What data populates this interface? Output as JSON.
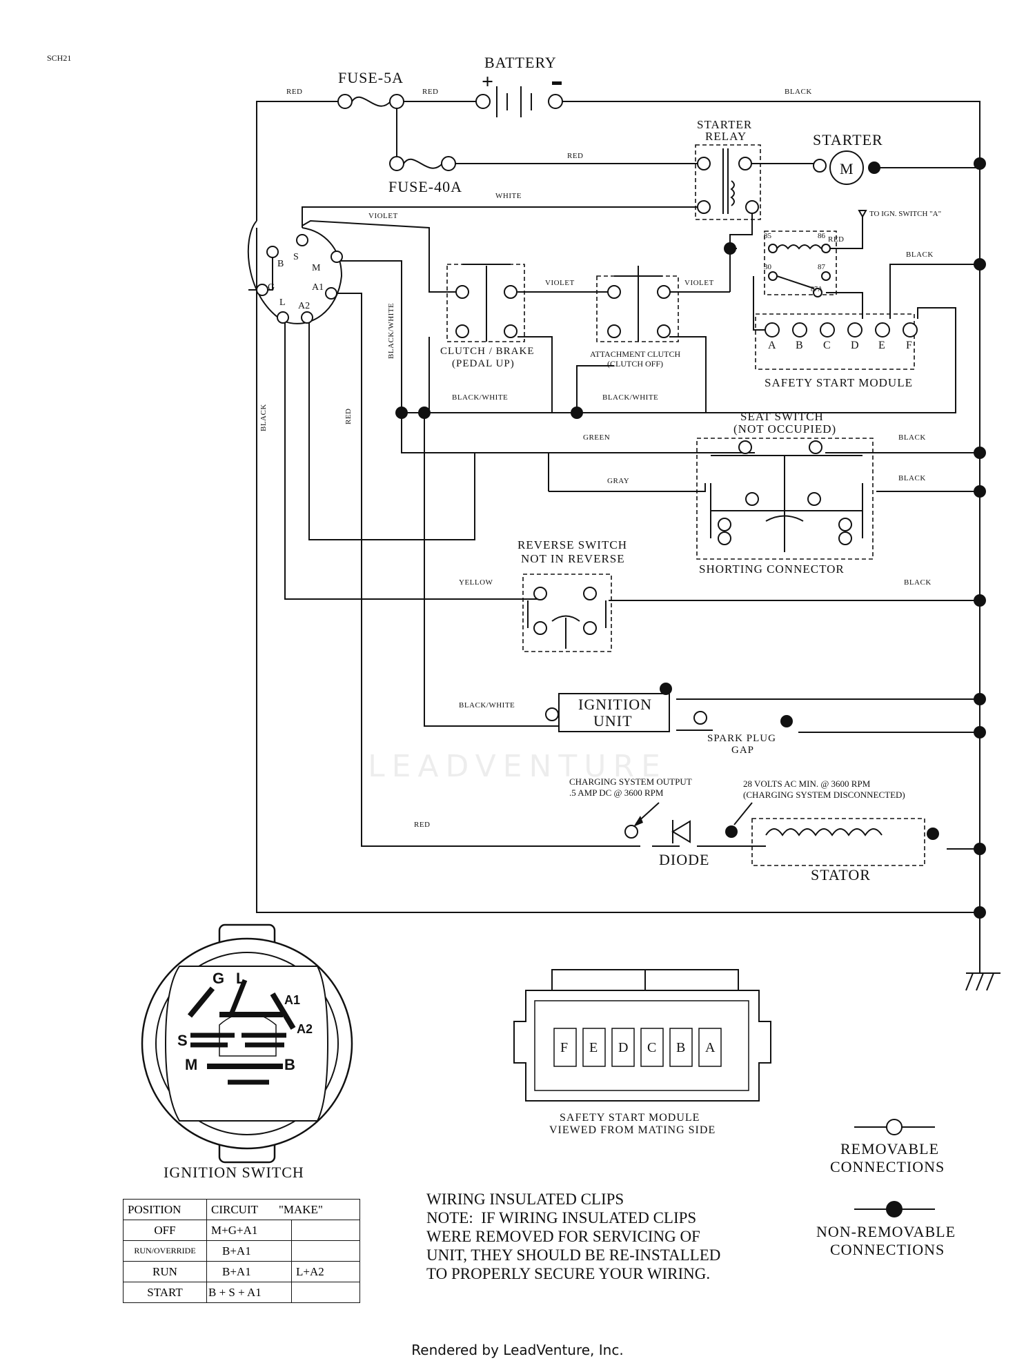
{
  "doc_code": "SCH21",
  "components": {
    "battery": "BATTERY",
    "fuse_5a": "FUSE-5A",
    "fuse_40a": "FUSE-40A",
    "starter_relay_1": "STARTER",
    "starter_relay_2": "RELAY",
    "starter": "STARTER",
    "motor_symbol": "M",
    "ign_switch_ref": "TO IGN. SWITCH \"A\"",
    "clutch_brake_1": "CLUTCH / BRAKE",
    "clutch_brake_2": "(PEDAL UP)",
    "attach_clutch_1": "ATTACHMENT CLUTCH",
    "attach_clutch_2": "(CLUTCH OFF)",
    "safety_module": "SAFETY START MODULE",
    "seat_switch_1": "SEAT SWITCH",
    "seat_switch_2": "(NOT OCCUPIED)",
    "shorting_connector": "SHORTING CONNECTOR",
    "reverse_switch_1": "REVERSE SWITCH",
    "reverse_switch_2": "NOT IN REVERSE",
    "ignition_unit_1": "IGNITION",
    "ignition_unit_2": "UNIT",
    "spark_plug_1": "SPARK PLUG",
    "spark_plug_2": "GAP",
    "charging_out_1": "CHARGING SYSTEM OUTPUT",
    "charging_out_2": ".5 AMP DC @ 3600 RPM",
    "stator_volts_1": "28 VOLTS AC MIN. @ 3600 RPM",
    "stator_volts_2": "(CHARGING SYSTEM DISCONNECTED)",
    "diode": "DIODE",
    "stator": "STATOR"
  },
  "relay_pins": {
    "p85": "85",
    "p86": "86",
    "p30": "30",
    "p87": "87",
    "p87a": "87A"
  },
  "module_pins": [
    "A",
    "B",
    "C",
    "D",
    "E",
    "F"
  ],
  "module_view_pins": [
    "F",
    "E",
    "D",
    "C",
    "B",
    "A"
  ],
  "module_view_1": "SAFETY START MODULE",
  "module_view_2": "VIEWED FROM MATING SIDE",
  "switch_pins": {
    "B": "B",
    "S": "S",
    "M": "M",
    "G": "G",
    "A1": "A1",
    "L": "L",
    "A2": "A2"
  },
  "switch_face": {
    "G": "G",
    "L": "L",
    "A1": "A1",
    "A2": "A2",
    "S": "S",
    "M": "M",
    "B": "B"
  },
  "wire_labels": {
    "red_1": "RED",
    "red_2": "RED",
    "black_top": "BLACK",
    "red_40a": "RED",
    "white": "WHITE",
    "violet_1": "VIOLET",
    "violet_2": "VIOLET",
    "violet_3": "VIOLET",
    "red_relay": "RED",
    "black_module": "BLACK",
    "bw_vert": "BLACK/WHITE",
    "bw_1": "BLACK/WHITE",
    "bw_2": "BLACK/WHITE",
    "black_vert": "BLACK",
    "red_vert": "RED",
    "green": "GREEN",
    "gray": "GRAY",
    "black_seat_1": "BLACK",
    "black_seat_2": "BLACK",
    "yellow": "YELLOW",
    "black_rev": "BLACK",
    "bw_ign": "BLACK/WHITE",
    "red_charge": "RED"
  },
  "ignition_switch_title": "IGNITION SWITCH",
  "table": {
    "headers": [
      "POSITION",
      "CIRCUIT",
      "\"MAKE\""
    ],
    "rows": [
      {
        "position": "OFF",
        "circuit": "M+G+A1",
        "make": ""
      },
      {
        "position": "RUN/OVERRIDE",
        "circuit": "B+A1",
        "make": ""
      },
      {
        "position": "RUN",
        "circuit": "B+A1",
        "make": "L+A2"
      },
      {
        "position": "START",
        "circuit": "B + S + A1",
        "make": ""
      }
    ]
  },
  "note": {
    "title": "WIRING INSULATED CLIPS",
    "body": "NOTE:  IF WIRING INSULATED CLIPS\nWERE REMOVED FOR SERVICING OF\nUNIT, THEY SHOULD BE RE-INSTALLED\nTO PROPERLY SECURE YOUR WIRING."
  },
  "legend": {
    "removable_1": "REMOVABLE",
    "removable_2": "CONNECTIONS",
    "nonremovable_1": "NON-REMOVABLE",
    "nonremovable_2": "CONNECTIONS"
  },
  "watermark": "LEADVENTURE",
  "footer": "Rendered by LeadVenture, Inc."
}
